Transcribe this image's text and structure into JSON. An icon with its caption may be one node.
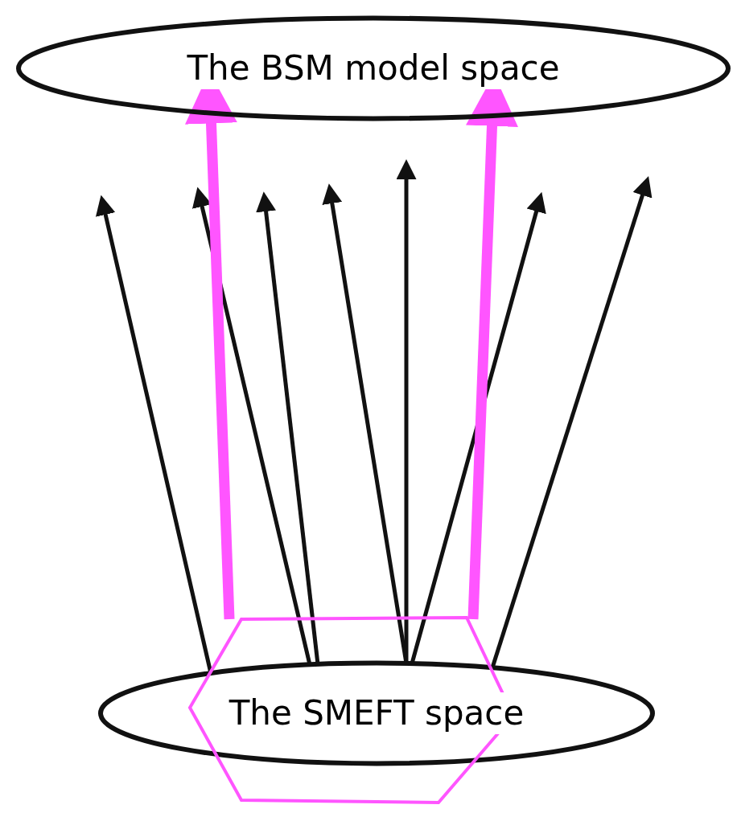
{
  "diagram": {
    "nodes": [
      {
        "text": [
          "The BSM model space"
        ]
      },
      {
        "text": [
          "The SMEFT space"
        ]
      },
      {
        "text": [],
        "shape": "hexagon"
      }
    ],
    "edges": [
      {
        "from": 1,
        "to": null,
        "arrow": "to"
      },
      {
        "from": 1,
        "to": null,
        "arrow": "to"
      },
      {
        "from": 1,
        "to": null,
        "arrow": "to"
      },
      {
        "from": 1,
        "to": null,
        "arrow": "to"
      },
      {
        "from": 1,
        "to": null,
        "arrow": "to"
      },
      {
        "from": 1,
        "to": null,
        "arrow": "to"
      },
      {
        "from": 1,
        "to": null,
        "arrow": "to"
      },
      {
        "from": 2,
        "to": 0,
        "arrow": "to",
        "style": "thick",
        "color": "#ff55ff"
      },
      {
        "from": 2,
        "to": 0,
        "arrow": "to",
        "style": "thick",
        "color": "#ff55ff"
      }
    ]
  }
}
